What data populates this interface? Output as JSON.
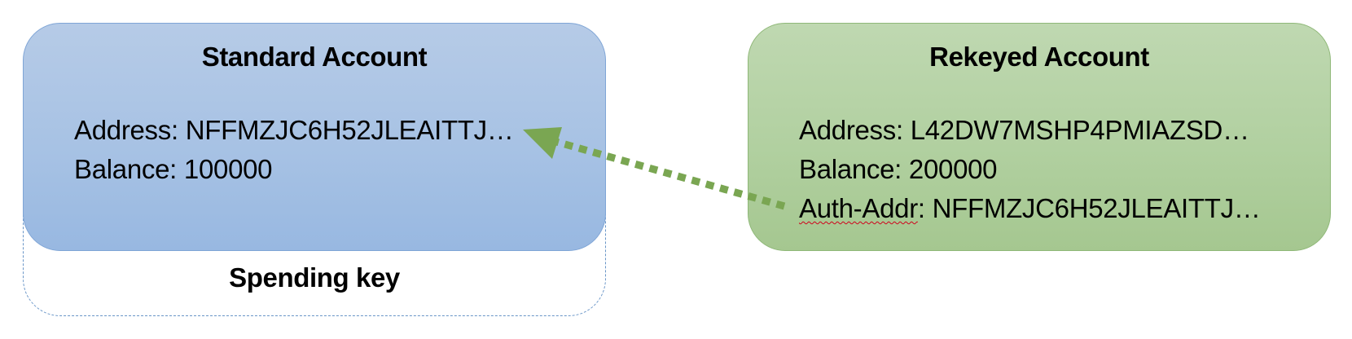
{
  "standard_account": {
    "title": "Standard Account",
    "address_label": "Address:",
    "address_value": "NFFMZJC6H52JLEAITTJ…",
    "balance_label": "Balance:",
    "balance_value": "100000"
  },
  "spending_key": {
    "label": "Spending key"
  },
  "rekeyed_account": {
    "title": "Rekeyed Account",
    "address_label": "Address:",
    "address_value": "L42DW7MSHP4PMIAZSD…",
    "balance_label": "Balance:",
    "balance_value": "200000",
    "auth_addr_label": "Auth-Addr",
    "auth_addr_value": "NFFMZJC6H52JLEAITTJ…"
  },
  "colors": {
    "standard_fill": "#a7c2e4",
    "rekeyed_fill": "#b1d0a0",
    "arrow": "#7aa652",
    "spending_border": "#6a96c8"
  }
}
